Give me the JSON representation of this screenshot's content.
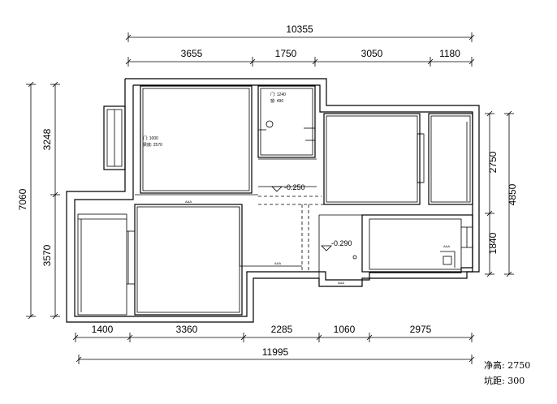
{
  "dimensions": {
    "top_overall": "10355",
    "top": [
      "3655",
      "1750",
      "3050",
      "1180"
    ],
    "bottom": [
      "1400",
      "3360",
      "2285",
      "1060",
      "2975"
    ],
    "bottom_overall": "11995",
    "left_overall": "7060",
    "left": [
      "3248",
      "3570"
    ],
    "right": [
      "2750",
      "1840"
    ],
    "right_overall": "4850"
  },
  "levels": {
    "corridor": "-0.250",
    "kitchen": "-0.290"
  },
  "room_notes": {
    "room1_line1": "门: 1000",
    "room1_line2": "梁底: 2570",
    "room2_line1": "门: 1240",
    "room2_line2": "窗: 490"
  },
  "small_labels": {
    "beam_a": "AAA",
    "beam_b": "AAA",
    "beam_c": "AAA",
    "beam_d": "AAA"
  },
  "specs": {
    "clear_height": "净高: 2750",
    "pit_distance": "坑距: 300"
  }
}
